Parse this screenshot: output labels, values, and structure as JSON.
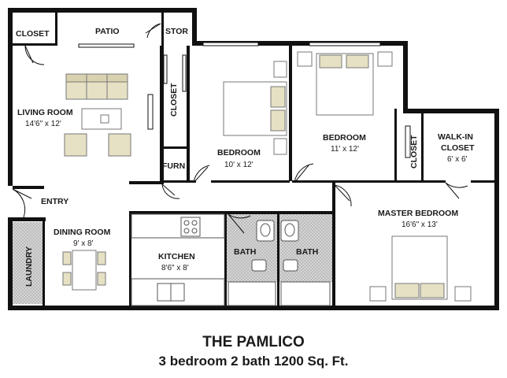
{
  "plan": {
    "name": "THE PAMLICO",
    "summary": "3 bedroom 2 bath 1200 Sq. Ft.",
    "rooms": {
      "closet_top": "CLOSET",
      "patio": "PATIO",
      "stor": "STOR",
      "closet_mid": "CLOSET",
      "bedroom2": {
        "name": "BEDROOM",
        "size": "10' x 12'"
      },
      "bedroom3": {
        "name": "BEDROOM",
        "size": "11' x 12'"
      },
      "closet_right": "CLOSET",
      "walkin_line1": "WALK-IN",
      "walkin_line2": "CLOSET",
      "walkin_size": "6' x 6'",
      "living": {
        "name": "LIVING ROOM",
        "size": "14'6\" x 12'"
      },
      "furn": "FURN",
      "entry": "ENTRY",
      "dining": {
        "name": "DINING ROOM",
        "size": "9' x 8'"
      },
      "laundry": "LAUNDRY",
      "kitchen": {
        "name": "KITCHEN",
        "size": "8'6\" x 8'"
      },
      "bath1": "BATH",
      "bath2": "BATH",
      "master": {
        "name": "MASTER BEDROOM",
        "size": "16'6\" x 13'"
      }
    },
    "colors": {
      "wall": "#111111",
      "furniture_accent": "#e6e1c4",
      "tile": "#c8c8c8"
    }
  }
}
